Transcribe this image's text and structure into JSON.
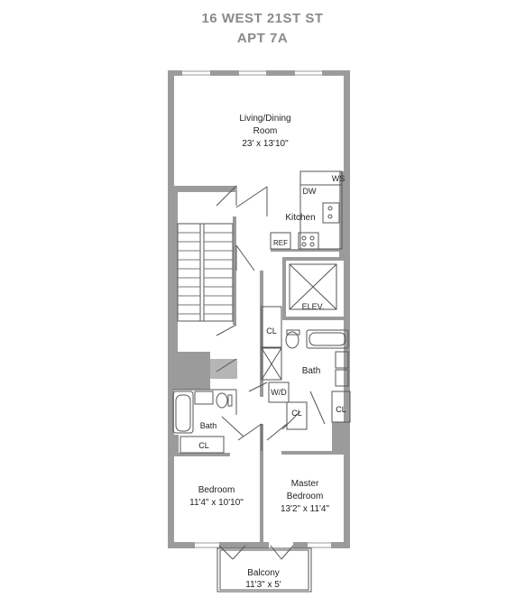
{
  "header": {
    "address": "16 WEST 21ST ST",
    "unit": "APT 7A"
  },
  "rooms": {
    "living": {
      "name_line1": "Living/Dining",
      "name_line2": "Room",
      "size": "23' x 13'10\""
    },
    "kitchen": {
      "name": "Kitchen"
    },
    "master_bedroom": {
      "name_line1": "Master",
      "name_line2": "Bedroom",
      "size": "13'2\" x 11'4\""
    },
    "bedroom": {
      "name": "Bedroom",
      "size": "11'4\" x 10'10\""
    },
    "balcony": {
      "name": "Balcony",
      "size": "11'3\" x 5'"
    },
    "bath_main": {
      "name": "Bath"
    },
    "bath_small": {
      "name": "Bath"
    }
  },
  "fixtures": {
    "ws": "WS",
    "dw": "DW",
    "ref": "REF",
    "elevator": "ELEV.",
    "wd": "W/D",
    "closet_1": "CL",
    "closet_2": "CL",
    "closet_3": "CL",
    "closet_4": "CL"
  },
  "colors": {
    "wall": "#9b9b9b",
    "header_text": "#8a8a8a"
  }
}
